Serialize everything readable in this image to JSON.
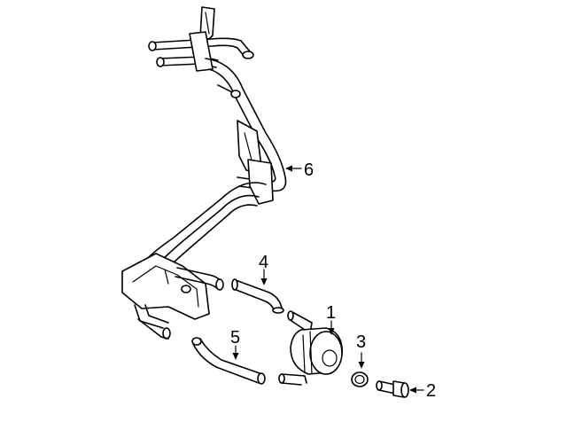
{
  "diagram": {
    "callouts": [
      {
        "id": "1",
        "part": "oil-cooler"
      },
      {
        "id": "2",
        "part": "bolt"
      },
      {
        "id": "3",
        "part": "gasket"
      },
      {
        "id": "4",
        "part": "upper-hose"
      },
      {
        "id": "5",
        "part": "lower-hose"
      },
      {
        "id": "6",
        "part": "cooler-pipe-assembly"
      }
    ],
    "line_color": "#000000",
    "background": "#ffffff"
  }
}
